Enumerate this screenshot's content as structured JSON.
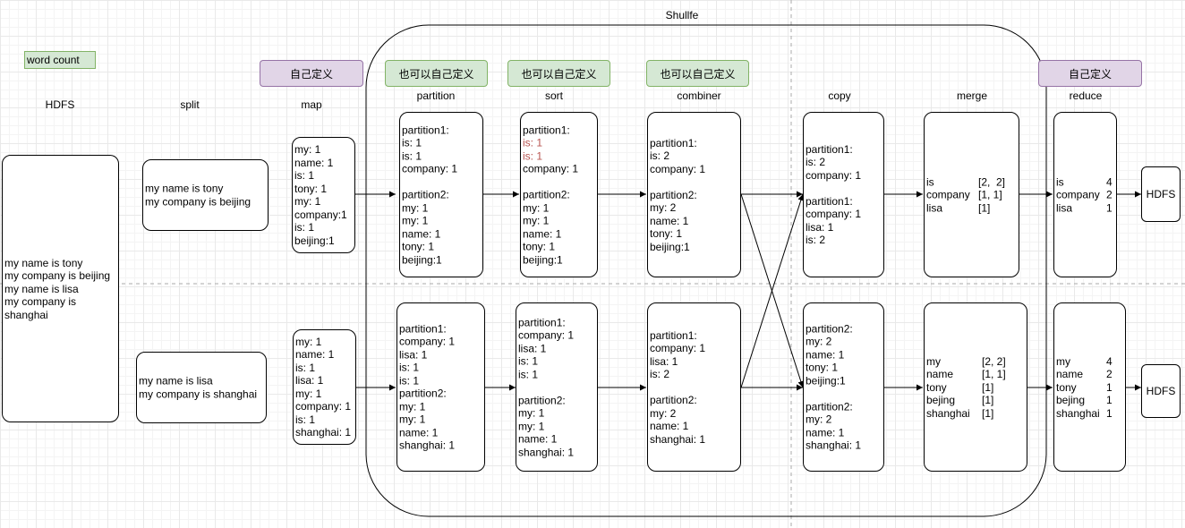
{
  "title_note": "word count",
  "shuffle_title": "Shullfe",
  "tags": {
    "map": "自己定义",
    "partition": "也可以自己定义",
    "sort": "也可以自己定义",
    "combiner": "也可以自己定义",
    "reduce": "自己定义"
  },
  "stages": {
    "hdfs": "HDFS",
    "split": "split",
    "map": "map",
    "partition": "partition",
    "sort": "sort",
    "combiner": "combiner",
    "copy": "copy",
    "merge": "merge",
    "reduce": "reduce"
  },
  "hdfs_input": [
    "my name is tony",
    "my company is beijing",
    "my name is lisa",
    "my company is",
    "shanghai"
  ],
  "split1": [
    "my name is tony",
    "my company is beijing"
  ],
  "split2": [
    "my name is lisa",
    "my company is shanghai"
  ],
  "map1": [
    "my: 1",
    "name: 1",
    "is: 1",
    "tony: 1",
    "my: 1",
    "company:1",
    "is: 1",
    "beijing:1"
  ],
  "map2": [
    "my: 1",
    "name: 1",
    "is: 1",
    "lisa: 1",
    "my: 1",
    "company: 1",
    "is: 1",
    "shanghai: 1"
  ],
  "partition1": [
    "partition1:",
    "is: 1",
    "is: 1",
    "company: 1",
    "",
    "partition2:",
    "my: 1",
    "my: 1",
    "name: 1",
    "tony: 1",
    "beijing:1"
  ],
  "partition2": [
    "partition1:",
    "company: 1",
    "lisa: 1",
    "is: 1",
    "is: 1",
    "partition2:",
    "my: 1",
    "my: 1",
    "name: 1",
    "shanghai: 1"
  ],
  "sort1": [
    "partition1:",
    "is: 1",
    "is: 1",
    "company: 1",
    "",
    "partition2:",
    "my: 1",
    "my: 1",
    "name: 1",
    "tony: 1",
    "beijing:1"
  ],
  "sort2": [
    "partition1:",
    "company: 1",
    "lisa: 1",
    "is: 1",
    "is: 1",
    "",
    "partition2:",
    "my: 1",
    "my: 1",
    "name: 1",
    "shanghai: 1"
  ],
  "combiner1": [
    "partition1:",
    "is: 2",
    "company: 1",
    "",
    "partition2:",
    "my: 2",
    "name: 1",
    "tony: 1",
    "beijing:1"
  ],
  "combiner2": [
    "partition1:",
    "company: 1",
    "lisa: 1",
    "is: 2",
    "",
    "partition2:",
    "my: 2",
    "name: 1",
    "shanghai: 1"
  ],
  "copy1": [
    "partition1:",
    "is: 2",
    "company: 1",
    "",
    "partition1:",
    "company: 1",
    "lisa: 1",
    "is: 2"
  ],
  "copy2": [
    "partition2:",
    "my: 2",
    "name: 1",
    "tony: 1",
    "beijing:1",
    "",
    "partition2:",
    "my: 2",
    "name: 1",
    "shanghai: 1"
  ],
  "merge1": [
    {
      "k": "is",
      "v": "[2,  2]"
    },
    {
      "k": "company",
      "v": "[1, 1]"
    },
    {
      "k": "lisa",
      "v": "[1]"
    }
  ],
  "merge2": [
    {
      "k": "my",
      "v": "[2, 2]"
    },
    {
      "k": "name",
      "v": "[1, 1]"
    },
    {
      "k": "tony",
      "v": "[1]"
    },
    {
      "k": "bejing",
      "v": "[1]"
    },
    {
      "k": "shanghai",
      "v": "[1]"
    }
  ],
  "reduce1": [
    {
      "k": "is",
      "v": "4"
    },
    {
      "k": "company",
      "v": "2"
    },
    {
      "k": "lisa",
      "v": "1"
    }
  ],
  "reduce2": [
    {
      "k": "my",
      "v": "4"
    },
    {
      "k": "name",
      "v": "2"
    },
    {
      "k": "tony",
      "v": "1"
    },
    {
      "k": "bejing",
      "v": "1"
    },
    {
      "k": "shanghai",
      "v": "1"
    }
  ],
  "hdfs_out1": "HDFS",
  "hdfs_out2": "HDFS"
}
